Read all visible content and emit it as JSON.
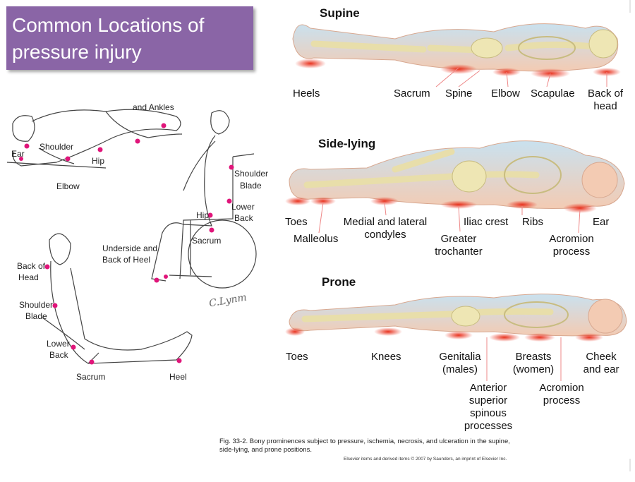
{
  "title": {
    "line1": "Common Locations of",
    "line2": "pressure injury"
  },
  "sketch": {
    "lying": {
      "top_text": "and Ankles",
      "ear": "Ear",
      "shoulder": "Shoulder",
      "hip": "Hip",
      "elbow": "Elbow"
    },
    "wheelchair": {
      "shoulder": "Shoulder",
      "blade": "Blade",
      "lower": "Lower",
      "back": "Back",
      "hip": "Hip",
      "sacrum": "Sacrum",
      "underside1": "Underside and",
      "underside2": "Back of Heel"
    },
    "reclining": {
      "back_of": "Back of",
      "head": "Head",
      "shoulder": "Shoulder",
      "blade": "Blade",
      "lower": "Lower",
      "back": "Back",
      "sacrum": "Sacrum",
      "heel": "Heel"
    },
    "signature": "C.Lynm"
  },
  "supine": {
    "heading": "Supine",
    "heels": "Heels",
    "sacrum": "Sacrum",
    "spine": "Spine",
    "elbow": "Elbow",
    "scapulae": "Scapulae",
    "back_of": "Back of",
    "head": "head"
  },
  "side": {
    "heading": "Side-lying",
    "toes": "Toes",
    "malleolus": "Malleolus",
    "medial1": "Medial and lateral",
    "medial2": "condyles",
    "iliac": "Iliac crest",
    "ribs": "Ribs",
    "ear": "Ear",
    "greater1": "Greater",
    "greater2": "trochanter",
    "acromion1": "Acromion",
    "acromion2": "process"
  },
  "prone": {
    "heading": "Prone",
    "toes": "Toes",
    "knees": "Knees",
    "genitalia1": "Genitalia",
    "genitalia2": "(males)",
    "breasts1": "Breasts",
    "breasts2": "(women)",
    "cheek1": "Cheek",
    "cheek2": "and ear",
    "anterior1": "Anterior",
    "anterior2": "superior",
    "anterior3": "spinous",
    "anterior4": "processes",
    "acromion1": "Acromion",
    "acromion2": "process"
  },
  "caption": {
    "line1": "Fig. 33-2. Bony prominences subject to pressure, ischemia, necrosis, and ulceration in the supine,",
    "line2": "side-lying, and prone positions.",
    "copyright": "Elsevier items and derived items © 2007 by Saunders, an imprint of Elsevier Inc."
  },
  "colors": {
    "title_bg": "#8a65a6",
    "pressure": "#e8321e",
    "marker": "#e0157a",
    "skin": "#f3cbb3",
    "skeleton": "#eee6b4"
  }
}
